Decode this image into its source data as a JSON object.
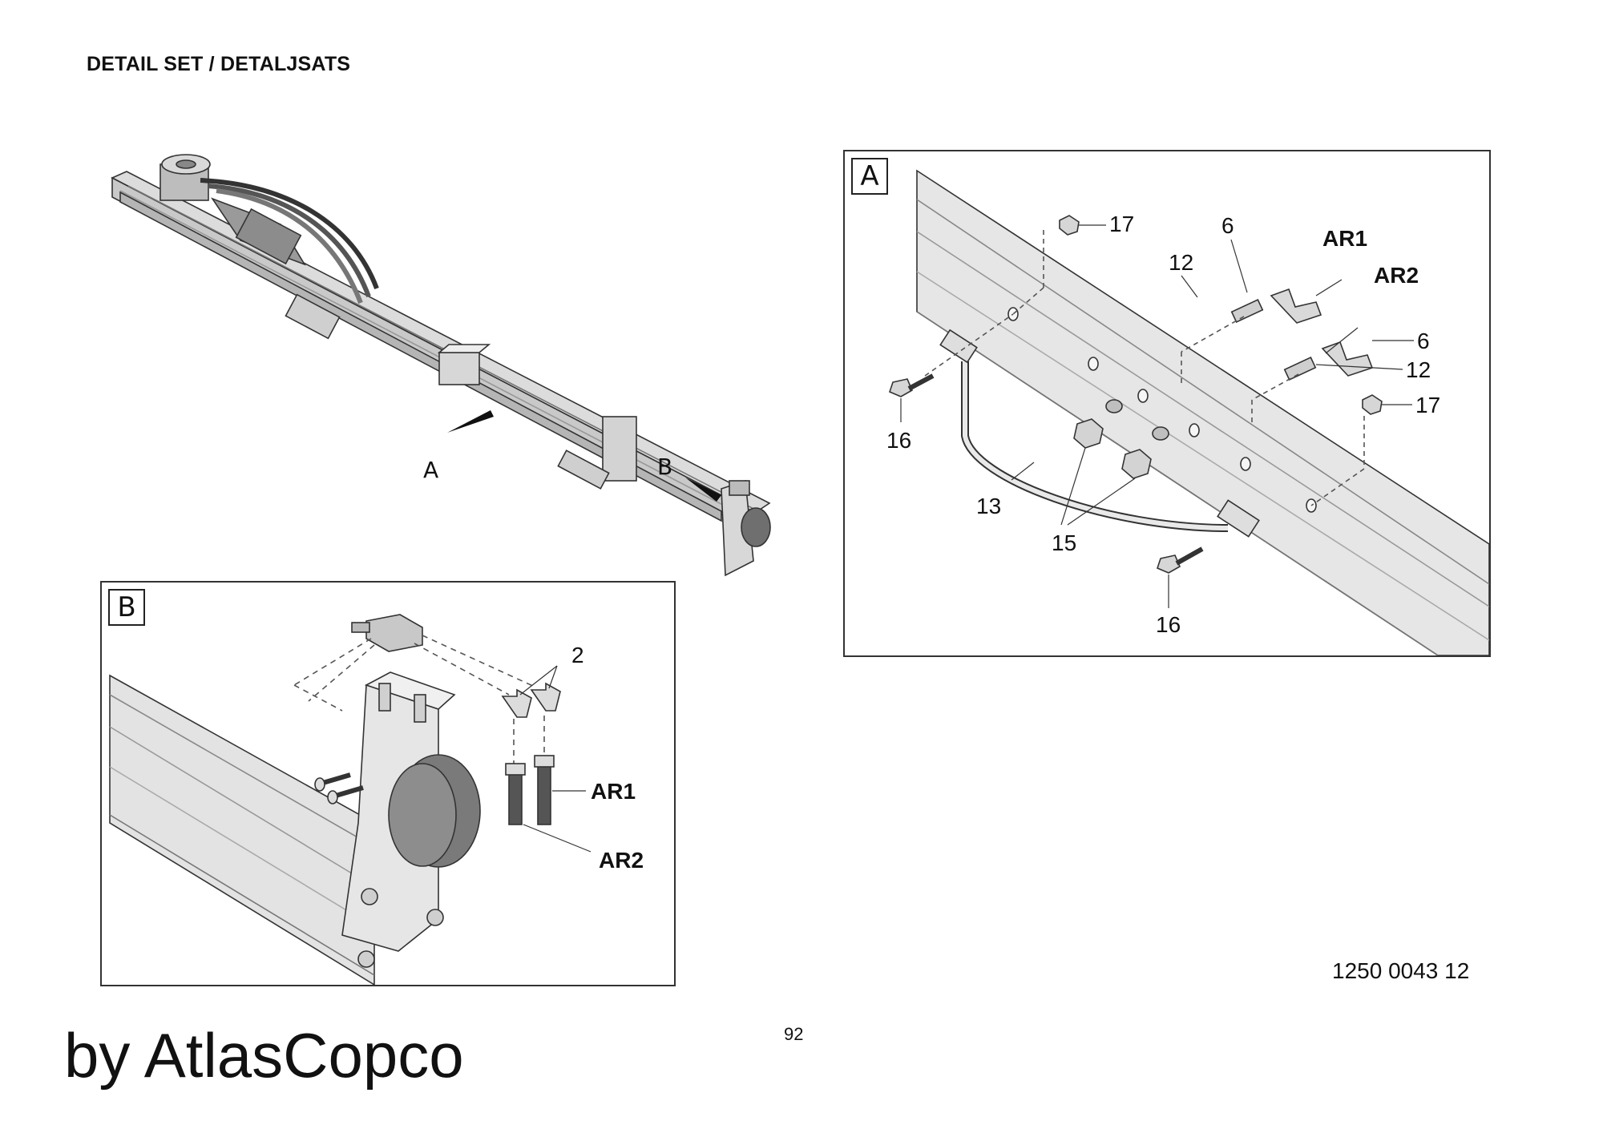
{
  "document": {
    "title": "DETAIL SET / DETALJSATS",
    "drawing_number": "1250 0043 12",
    "page_number": "92",
    "watermark": "by AtlasCopco"
  },
  "overview": {
    "label_a": "A",
    "label_b": "B"
  },
  "panel_a": {
    "tag": "A",
    "callouts": {
      "c17_top": "17",
      "c6_top": "6",
      "ar1": "AR1",
      "c12_top": "12",
      "ar2": "AR2",
      "c6_right": "6",
      "c12_right": "12",
      "c17_right": "17",
      "c16_left": "16",
      "c13": "13",
      "c15": "15",
      "c16_bottom": "16"
    }
  },
  "panel_b": {
    "tag": "B",
    "callouts": {
      "c2": "2",
      "ar1": "AR1",
      "ar2": "AR2"
    }
  },
  "colors": {
    "line": "#333333",
    "metal_light": "#e4e4e4",
    "metal_mid": "#c8c8c8",
    "metal_dark": "#8a8a8a",
    "cap": "#7a7a7a"
  }
}
